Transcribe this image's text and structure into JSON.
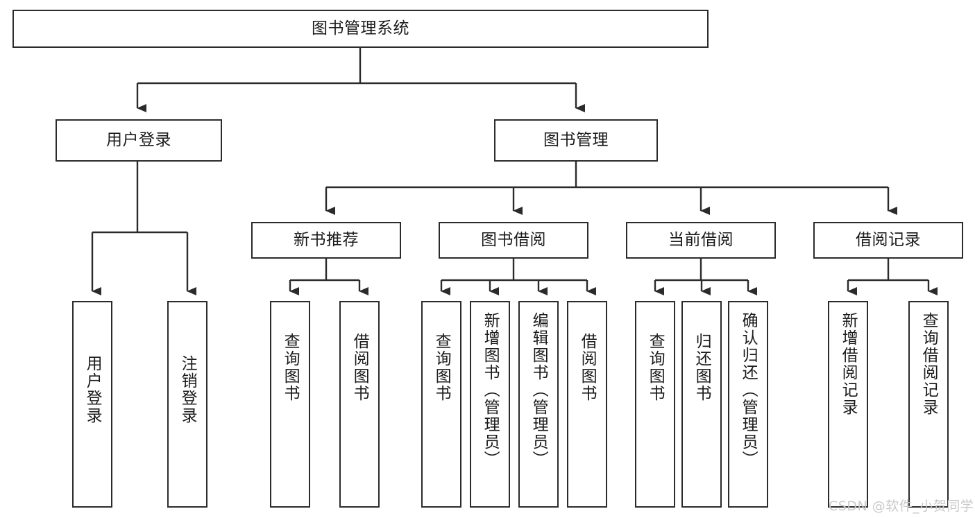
{
  "diagram": {
    "type": "tree",
    "title": "图书管理系统",
    "orientation": "top-down",
    "colors": {
      "box_border": "#2b2b2b",
      "box_fill": "#ffffff",
      "connector": "#2b2b2b",
      "text": "#1b1b1b",
      "background": "#ffffff",
      "watermark": "#c9c9c9"
    },
    "root": {
      "label": "图书管理系统"
    },
    "level2": [
      {
        "label": "用户登录"
      },
      {
        "label": "图书管理"
      }
    ],
    "level3": [
      {
        "label": "新书推荐"
      },
      {
        "label": "图书借阅"
      },
      {
        "label": "当前借阅"
      },
      {
        "label": "借阅记录"
      }
    ],
    "leaves": {
      "user_login": [
        {
          "label": "用户登录"
        },
        {
          "label": "注销登录"
        }
      ],
      "new_book_recommend": [
        {
          "label": "查询图书"
        },
        {
          "label": "借阅图书"
        }
      ],
      "book_borrow": [
        {
          "label": "查询图书"
        },
        {
          "label": "新增图书（管理员）"
        },
        {
          "label": "编辑图书（管理员）"
        },
        {
          "label": "借阅图书"
        }
      ],
      "current_borrow": [
        {
          "label": "查询图书"
        },
        {
          "label": "归还图书"
        },
        {
          "label": "确认归还（管理员）"
        }
      ],
      "borrow_record": [
        {
          "label": "新增借阅记录"
        },
        {
          "label": "查询借阅记录"
        }
      ]
    }
  },
  "watermark": {
    "text": "CSDN @软件_小贺同学"
  }
}
